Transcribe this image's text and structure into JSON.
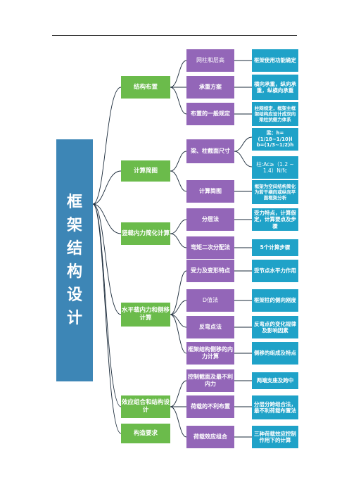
{
  "root": {
    "chars": [
      "框",
      "架",
      "结",
      "构",
      "设",
      "计"
    ]
  },
  "sections": [
    {
      "label": "结构布置",
      "children": [
        {
          "label": "网柱和层高",
          "leaves": [
            "框架使用功能确定"
          ]
        },
        {
          "label": "承重方案",
          "leaves": [
            "横向承重，纵向承重，纵横向承重"
          ]
        },
        {
          "label": "布置的一般规定",
          "leaves": [
            "柱网规定，框架主框架结构应设计成双向梁柱抗侧力体系"
          ]
        }
      ]
    },
    {
      "label": "计算简图",
      "children": [
        {
          "label": "梁、柱截面尺寸",
          "leaves": [
            "梁：h=(1/18~1/10)l b=(1/3~1/2)h",
            "柱:Ac≥（1.2 ~ 1.4）N/fc"
          ]
        },
        {
          "label": "计算简图",
          "leaves": [
            "框架为空间结构简化为若干横向或纵向平面框架分析"
          ]
        }
      ]
    },
    {
      "label": "竖载内力简化计算",
      "children": [
        {
          "label": "分层法",
          "leaves": [
            "受力特点，计算假定，计算要点及步骤"
          ]
        },
        {
          "label": "弯矩二次分配法",
          "leaves": [
            "5个计算步骤"
          ]
        }
      ]
    },
    {
      "label": "水平载内力和侧移计算",
      "children": [
        {
          "label": "受力及变形特点",
          "leaves": [
            "受节点水平力作用"
          ]
        },
        {
          "label": "D值法",
          "leaves": [
            "框架柱的侧向刚度"
          ]
        },
        {
          "label": "反弯点法",
          "leaves": [
            "反弯点的变化规律及影响因素"
          ]
        },
        {
          "label": "框架结构侧移的内力计算",
          "leaves": [
            "侧移的组成及特点"
          ]
        }
      ]
    },
    {
      "label": "效应组合和结构设计",
      "children": [
        {
          "label": "控制截面及最不利内力",
          "leaves": [
            "两端支座及跨中"
          ]
        },
        {
          "label": "荷载的不利布置",
          "leaves": [
            "分层分跨组合法，最不利荷载布置法"
          ]
        },
        {
          "label": "荷载效应组合",
          "leaves": [
            "三种荷载效应控制作用下的计算"
          ]
        }
      ]
    },
    {
      "label": "构造要求",
      "children": []
    }
  ]
}
